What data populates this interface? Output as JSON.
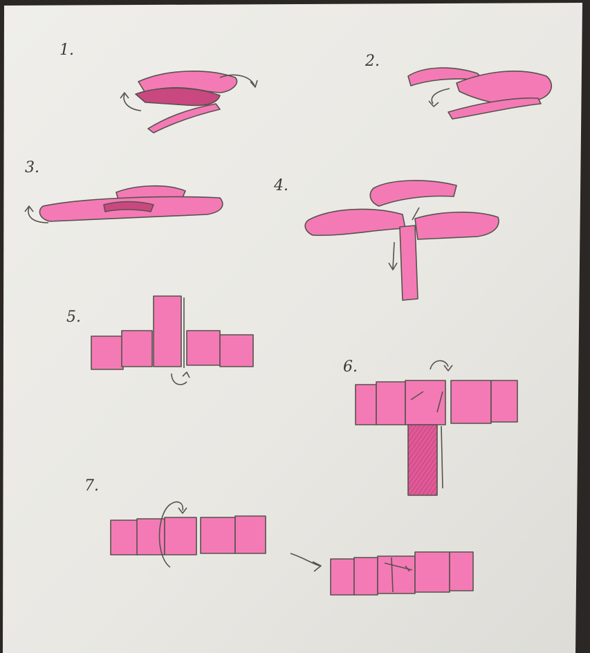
{
  "colors": {
    "paper": "#ebeae6",
    "background": "#2a2725",
    "ribbon_light": "#f47ab5",
    "ribbon_dark": "#d8508f",
    "ribbon_inner": "#c9487f",
    "pencil": "#55524d"
  },
  "steps": [
    {
      "number": "1."
    },
    {
      "number": "2."
    },
    {
      "number": "3."
    },
    {
      "number": "4."
    },
    {
      "number": "5."
    },
    {
      "number": "6."
    },
    {
      "number": "7."
    }
  ]
}
